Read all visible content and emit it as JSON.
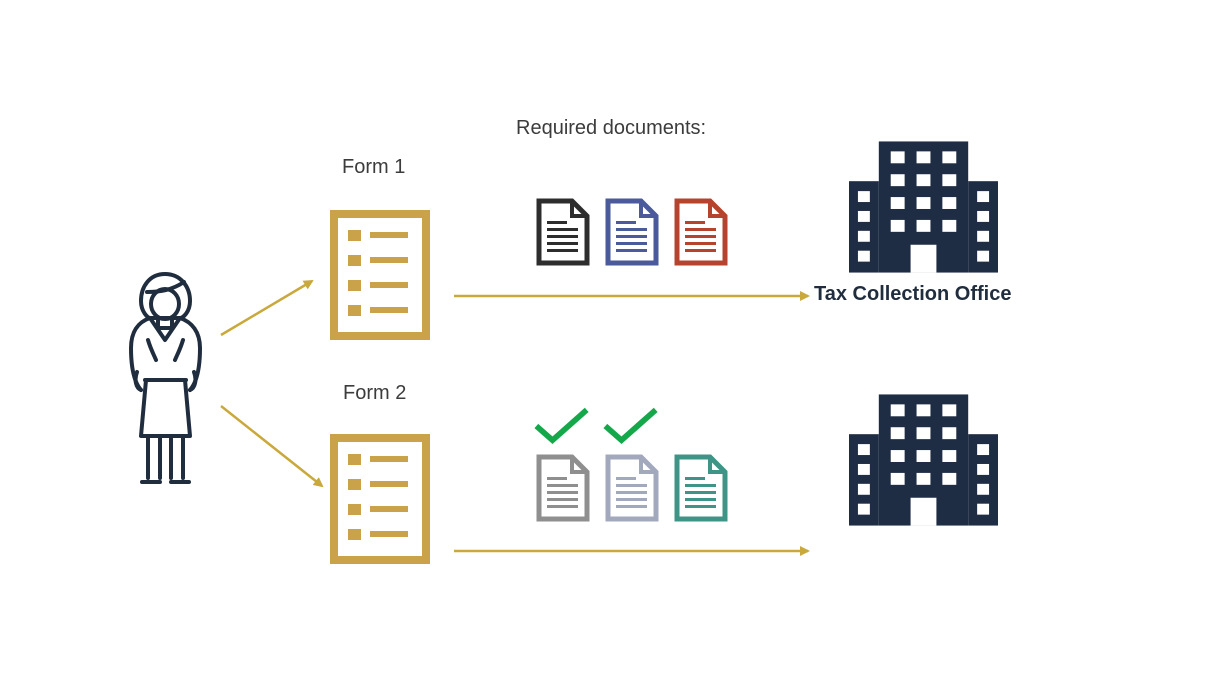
{
  "labels": {
    "required_documents": "Required documents:",
    "form1": "Form 1",
    "form2": "Form 2",
    "office": "Tax Collection Office"
  },
  "colors": {
    "form": "#c9a24a",
    "arrow": "#c9a83c",
    "building": "#1f2d44",
    "person": "#1f2d3f",
    "check": "#14a84a",
    "doc_top_1": "#2d2d2d",
    "doc_top_2": "#4a5a9a",
    "doc_top_3": "#b5432e",
    "doc_bottom_1": "#8f8f8f",
    "doc_bottom_2": "#a3a9bd",
    "doc_bottom_3": "#3e9486"
  },
  "icons": {
    "person": "woman-icon",
    "form": "form-checklist-icon",
    "document": "document-icon",
    "check": "checkmark-icon",
    "building": "office-building-icon"
  },
  "checks": {
    "form2_docs": [
      true,
      true,
      false
    ]
  }
}
